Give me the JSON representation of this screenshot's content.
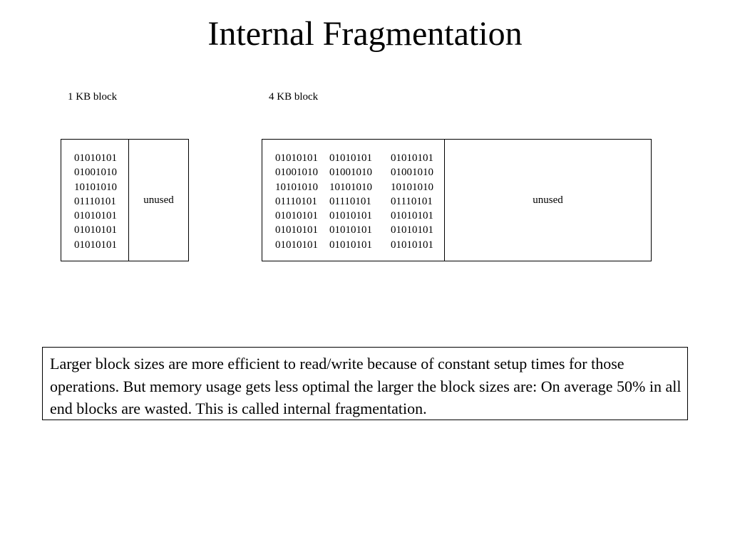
{
  "slide": {
    "title": "Internal Fragmentation"
  },
  "blocks": {
    "small": {
      "caption": "1 KB block",
      "columns": [
        [
          "01010101",
          "01001010",
          "10101010",
          "01110101",
          "01010101",
          "01010101",
          "01010101"
        ]
      ],
      "unused_label": "unused"
    },
    "large": {
      "caption": "4 KB block",
      "columns": [
        [
          "01010101",
          "01001010",
          "10101010",
          "01110101",
          "01010101",
          "01010101",
          "01010101"
        ],
        [
          "01010101",
          "01001010",
          "10101010",
          "01110101",
          "01010101",
          "01010101",
          "01010101"
        ],
        [
          "01010101",
          "01001010",
          "10101010",
          "01110101",
          "01010101",
          "01010101",
          "01010101"
        ]
      ],
      "unused_label": "unused"
    }
  },
  "explanation": {
    "text": "Larger block sizes are more efficient to read/write because of constant setup times for those operations. But memory usage gets less optimal the larger the block sizes are: On average 50% in all end blocks are wasted. This is called internal fragmentation."
  }
}
